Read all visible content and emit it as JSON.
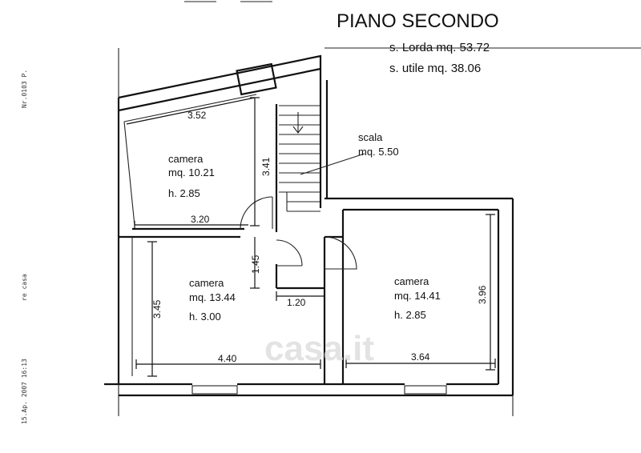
{
  "header": {
    "title": "PIANO SECONDO",
    "gross_area": "s. Lorda mq. 53.72",
    "usable_area": "s. utile mq. 38.06"
  },
  "rooms": [
    {
      "name": "camera",
      "area": "mq. 10.21",
      "height": "h. 2.85"
    },
    {
      "name": "camera",
      "area": "mq. 13.44",
      "height": "h. 3.00"
    },
    {
      "name": "camera",
      "area": "mq. 14.41",
      "height": "h. 2.85"
    }
  ],
  "stair": {
    "name": "scala",
    "area": "mq. 5.50"
  },
  "dimensions": {
    "d352": "3.52",
    "d341": "3.41",
    "d320": "3.20",
    "d145": "1.45",
    "d120": "1.20",
    "d345": "3.45",
    "d440": "4.40",
    "d396": "3.96",
    "d364": "3.64"
  },
  "margin_text": {
    "ref": "Nr.0103  P.",
    "stamp": "re casa",
    "date": "15.Ap. 2007 16:13"
  },
  "watermark": "casa.it",
  "colors": {
    "ink": "#111111",
    "paper": "#ffffff",
    "watermark": "#d8d8d8"
  }
}
